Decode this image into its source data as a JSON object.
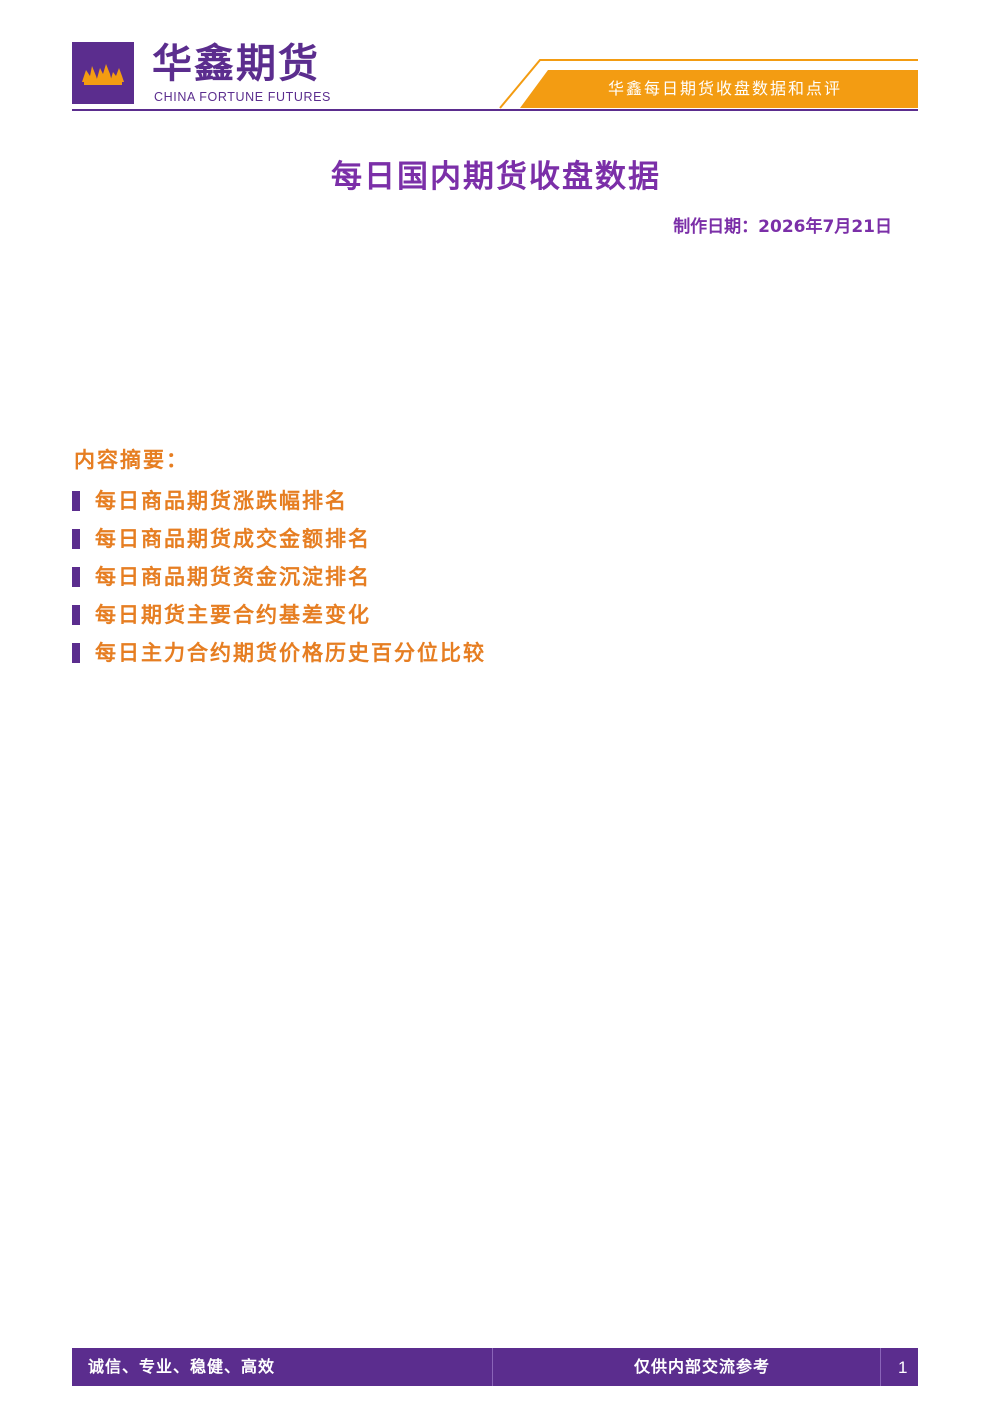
{
  "header": {
    "logo_cn": "华鑫期货",
    "logo_en": "CHINA FORTUNE FUTURES",
    "slogan": "华鑫每日期货收盘数据和点评"
  },
  "document": {
    "title": "每日国内期货收盘数据",
    "date_line": "制作日期：2026年7月21日"
  },
  "summary": {
    "heading": "内容摘要：",
    "items": [
      "每日商品期货涨跌幅排名",
      "每日商品期货成交金额排名",
      "每日商品期货资金沉淀排名",
      "每日期货主要合约基差变化",
      "每日主力合约期货价格历史百分位比较"
    ]
  },
  "footer": {
    "motto": "诚信、专业、稳健、高效",
    "notice": "仅供内部交流参考",
    "page_number": "1"
  },
  "colors": {
    "brand_purple": "#5b2d8e",
    "title_purple": "#7b2fa8",
    "accent_orange": "#e67e22",
    "header_orange": "#f39c12"
  }
}
